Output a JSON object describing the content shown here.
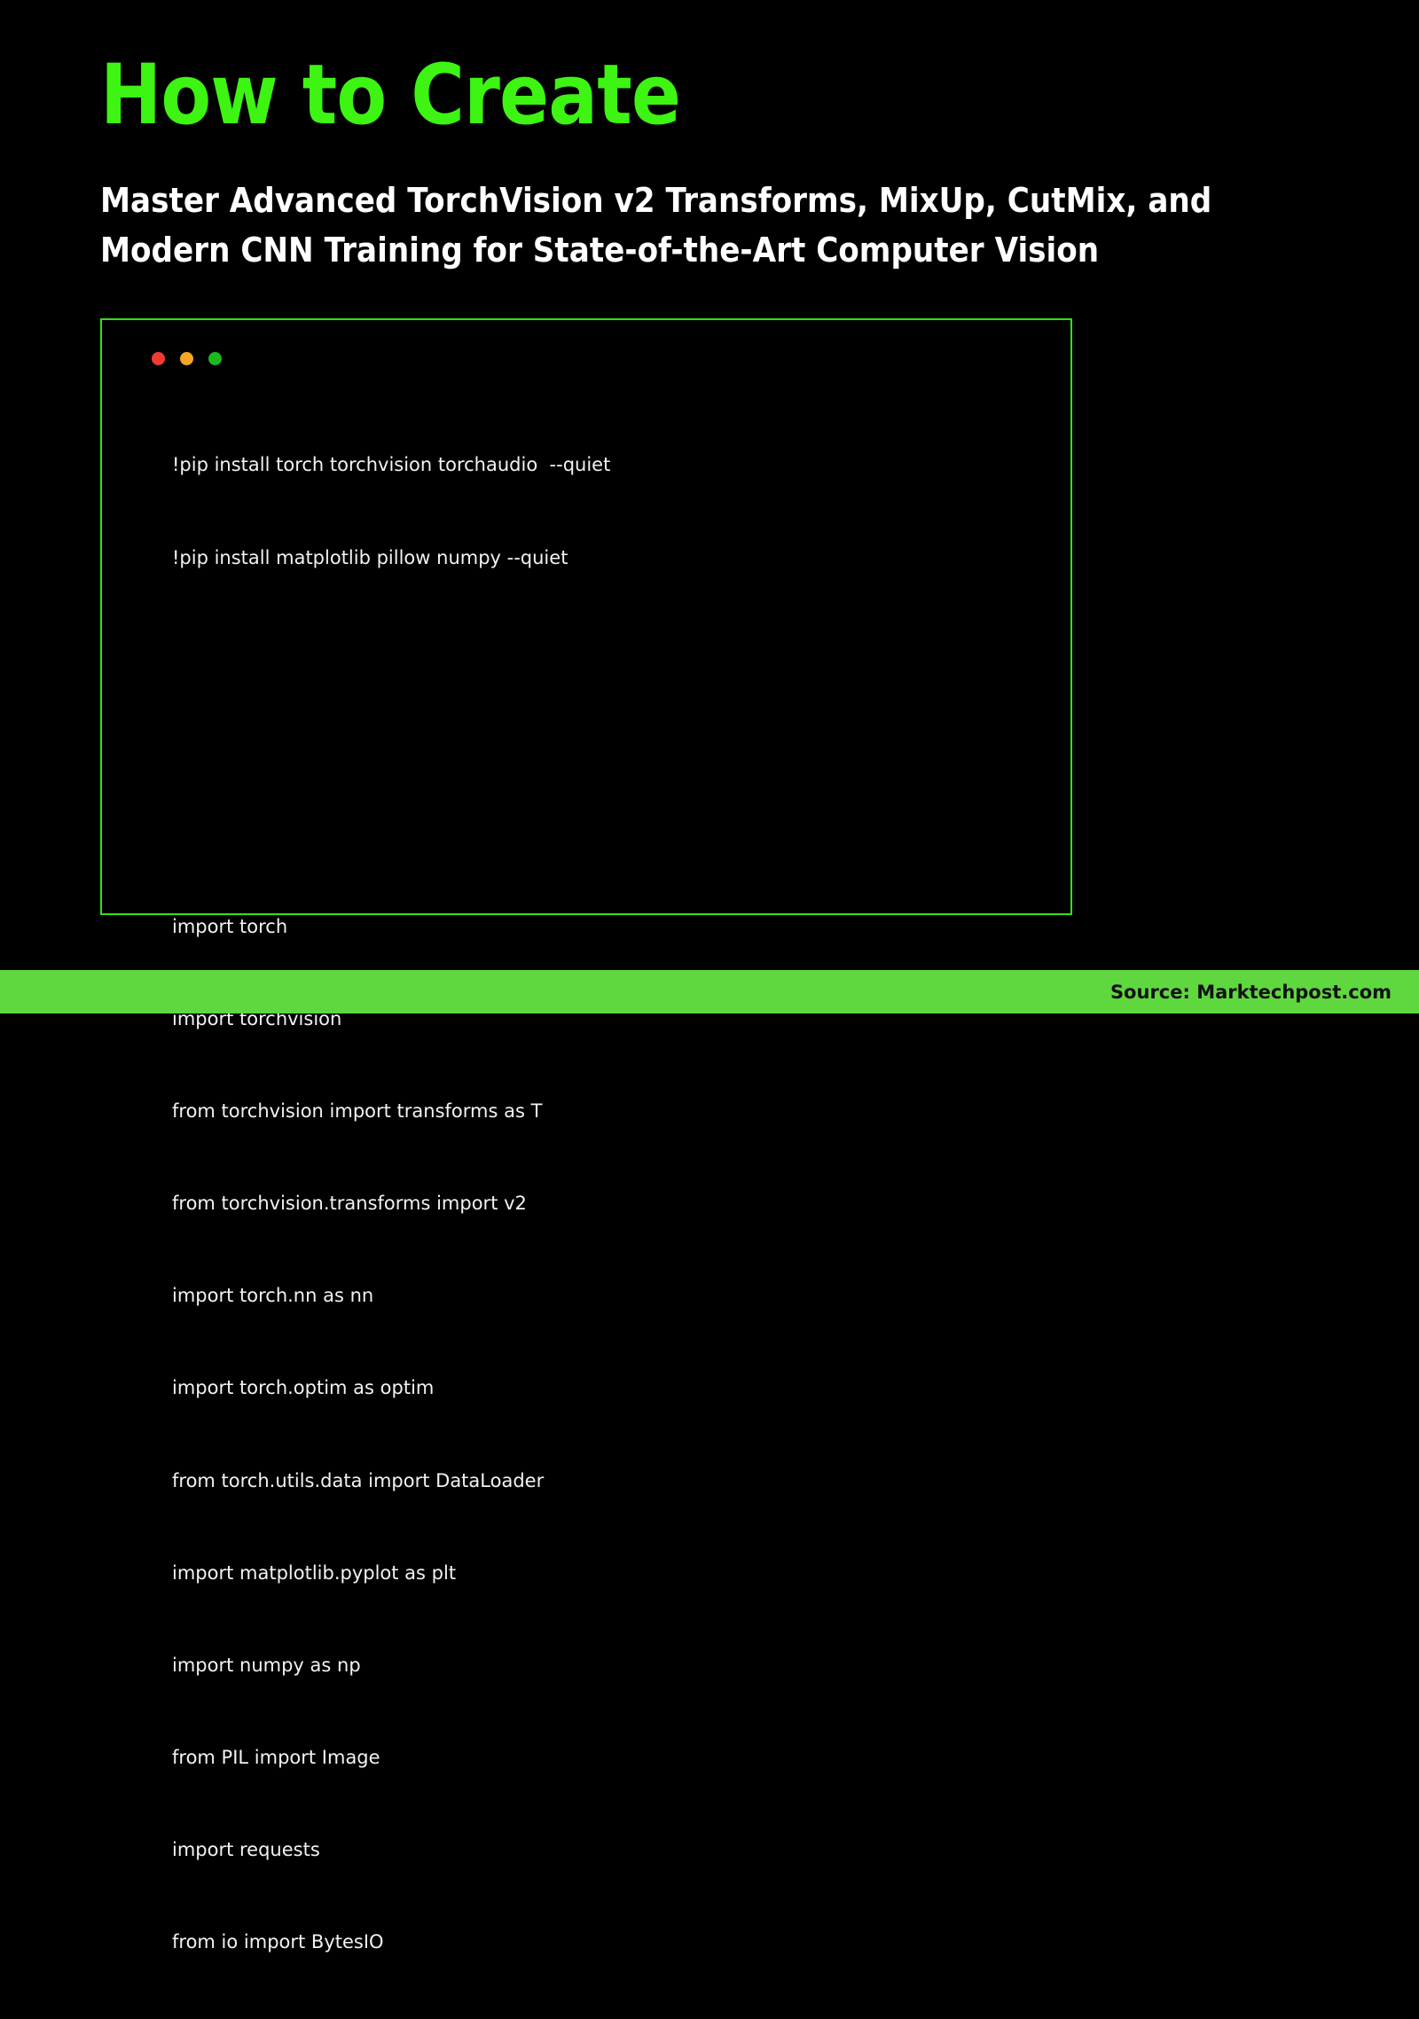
{
  "theme": {
    "background": "#000000",
    "title_green": "#3DF413",
    "border_green": "#2FE218",
    "footer_green": "#5FD83F",
    "code_text": "#F2F2F2",
    "footer_text": "#111111"
  },
  "title": "How to Create",
  "subtitle": {
    "line1": "Master Advanced TorchVision v2 Transforms, MixUp, CutMix, and",
    "line2": "Modern CNN Training for State-of-the-Art Computer Vision"
  },
  "code_window": {
    "dots": [
      {
        "name": "close-dot",
        "color": "#F23B30"
      },
      {
        "name": "minimize-dot",
        "color": "#F5A623"
      },
      {
        "name": "maximize-dot",
        "color": "#1DB81D"
      }
    ],
    "lines": [
      "!pip install torch torchvision torchaudio  --quiet",
      "!pip install matplotlib pillow numpy --quiet",
      "",
      "",
      "",
      "import torch",
      "import torchvision",
      "from torchvision import transforms as T",
      "from torchvision.transforms import v2",
      "import torch.nn as nn",
      "import torch.optim as optim",
      "from torch.utils.data import DataLoader",
      "import matplotlib.pyplot as plt",
      "import numpy as np",
      "from PIL import Image",
      "import requests",
      "from io import BytesIO"
    ]
  },
  "footer": {
    "source": "Source: Marktechpost.com"
  }
}
